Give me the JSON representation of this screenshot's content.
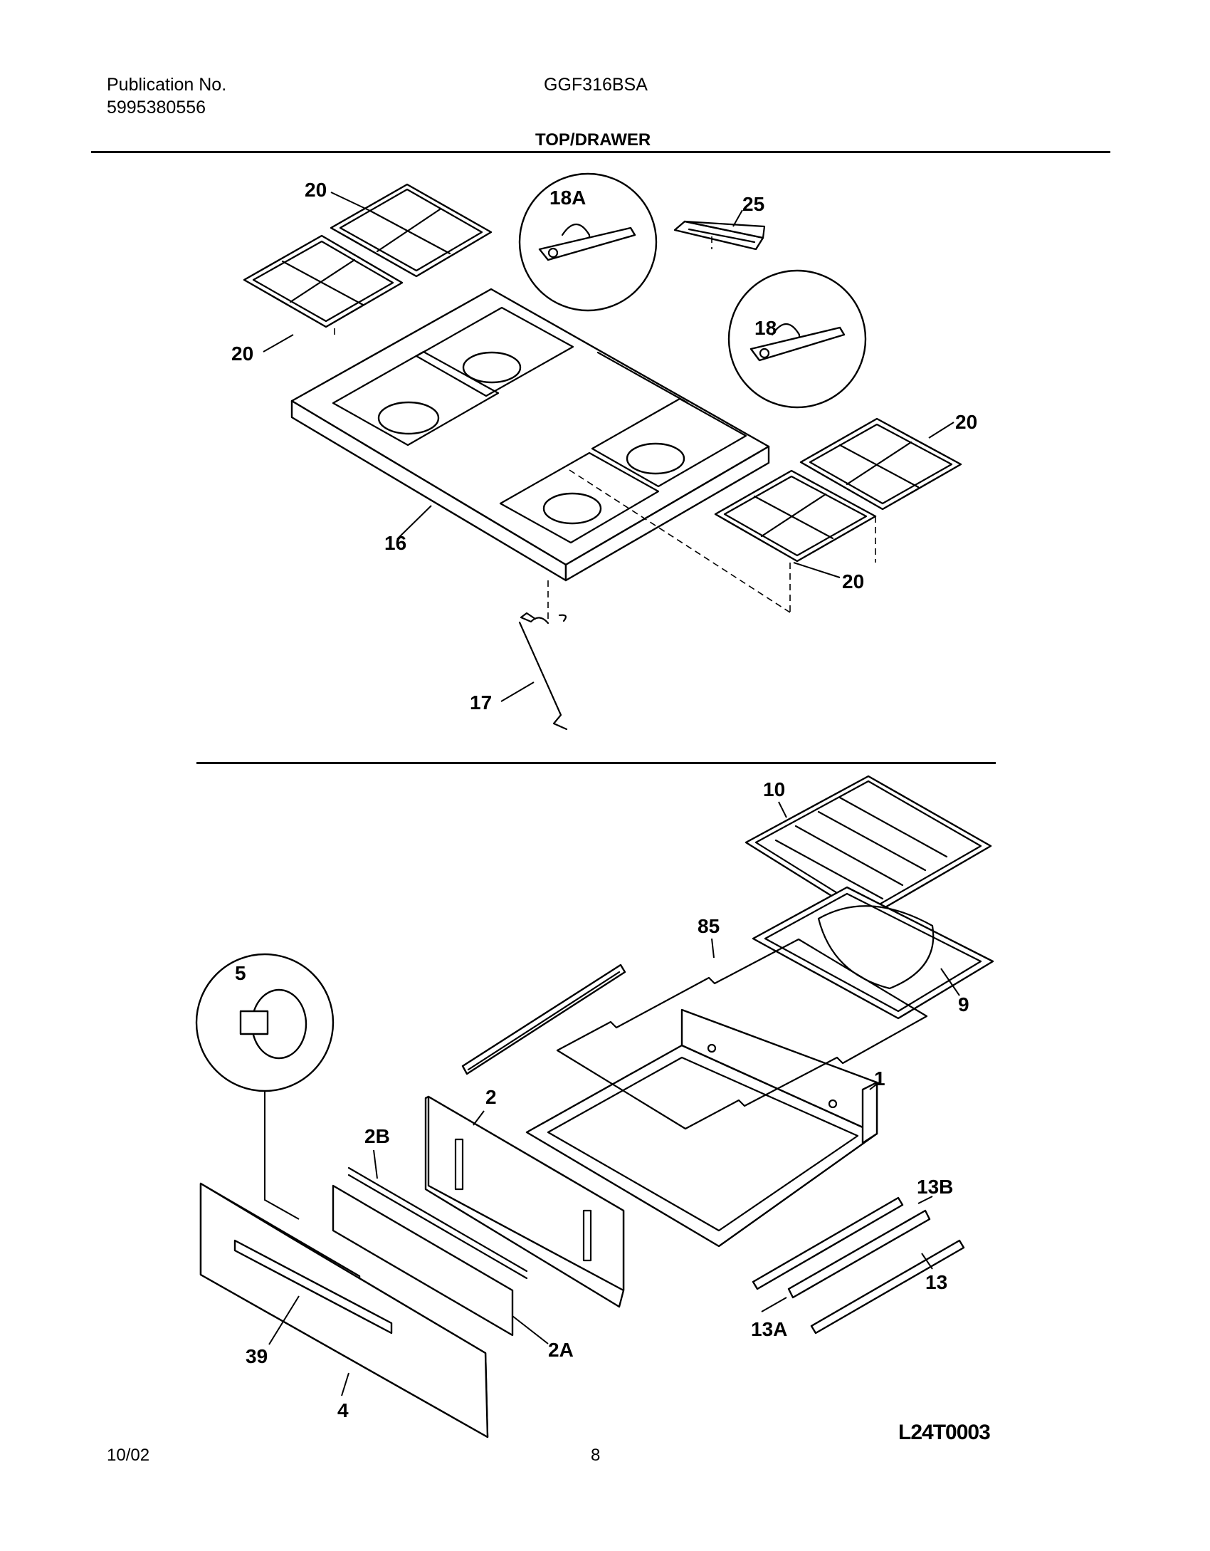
{
  "header": {
    "publication_label": "Publication No.",
    "publication_number": "5995380556",
    "model": "GGF316BSA",
    "section_title": "TOP/DRAWER"
  },
  "diagram": {
    "top_labels": [
      "20",
      "18A",
      "25",
      "20",
      "18",
      "20",
      "16",
      "20",
      "17"
    ],
    "bottom_labels": [
      "10",
      "85",
      "5",
      "9",
      "2",
      "1",
      "2B",
      "13B",
      "13",
      "39",
      "2A",
      "13A",
      "4"
    ],
    "drawing_code": "L24T0003"
  },
  "footer": {
    "date": "10/02",
    "page": "8"
  }
}
